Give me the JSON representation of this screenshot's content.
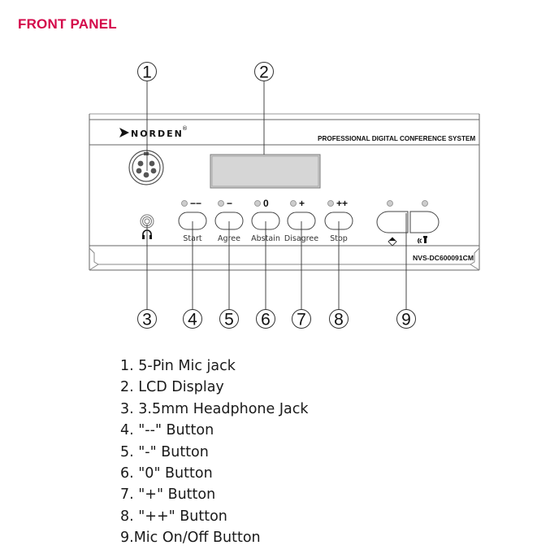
{
  "title": "FRONT PANEL",
  "panel": {
    "brand": "NORDEN",
    "brand_mark": "®",
    "tagline": "PROFESSIONAL DIGITAL CONFERENCE SYSTEM",
    "model": "NVS-DC600091CM",
    "voting_buttons": [
      {
        "symbol": "−−",
        "label": "Start"
      },
      {
        "symbol": "−",
        "label": "Agree"
      },
      {
        "symbol": "0",
        "label": "Abstain"
      },
      {
        "symbol": "+",
        "label": "Disagree"
      },
      {
        "symbol": "++",
        "label": "Stop"
      }
    ],
    "icons": {
      "mic_jack": "5-pin-connector-icon",
      "headphone": "headphone-icon",
      "priority": "diamond-icon",
      "mic": "microphone-icon"
    }
  },
  "callouts": [
    "1",
    "2",
    "3",
    "4",
    "5",
    "6",
    "7",
    "8",
    "9"
  ],
  "legend": [
    "1. 5-Pin Mic jack",
    "2. LCD Display",
    "3. 3.5mm Headphone Jack",
    "4. \"--\" Button",
    "5. \"-\" Button",
    "6. \"0\" Button",
    "7. \"+\" Button",
    "8. \"++\" Button",
    "9.Mic On/Off Button"
  ]
}
